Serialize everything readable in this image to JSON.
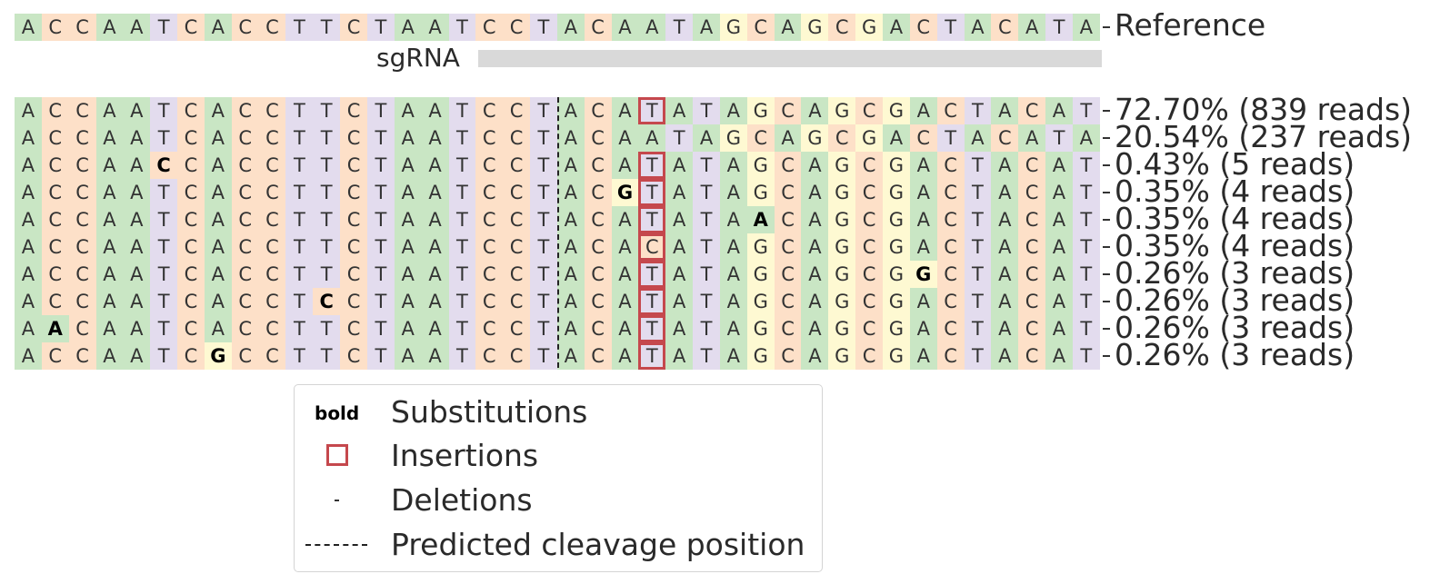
{
  "reference": {
    "label": "Reference",
    "sequence": "ACCAATCACCTTCTAATCCTACAATAGCAGCGACTACATA"
  },
  "sgrna": {
    "label": "sgRNA"
  },
  "alleles": [
    {
      "sequence": "ACCAATCACCTTCTAATCCTACATATAGCAGCGACTACAT-",
      "label": "72.70% (839 reads)",
      "substitutions": [],
      "insertions": [
        23
      ]
    },
    {
      "sequence": "ACCAATCACCTTCTAATCCTACAATAGCAGCGACTACATA",
      "label": "20.54% (237 reads)",
      "substitutions": [],
      "insertions": []
    },
    {
      "sequence": "ACCAACCACCTTCTAATCCTACATATAGCAGCGACTACAT-",
      "label": "0.43% (5 reads)",
      "substitutions": [
        5
      ],
      "insertions": [
        23
      ]
    },
    {
      "sequence": "ACCAATCACCTTCTAATCCTACGTATAGCAGCGACTACAT-",
      "label": "0.35% (4 reads)",
      "substitutions": [
        22
      ],
      "insertions": [
        23
      ]
    },
    {
      "sequence": "ACCAATCACCTTCTAATCCTACATATAACAGCGACTACAT-",
      "label": "0.35% (4 reads)",
      "substitutions": [
        27
      ],
      "insertions": [
        23
      ]
    },
    {
      "sequence": "ACCAATCACCTTCTAATCCTACACATAGCAGCGACTACAT-",
      "label": "0.35% (4 reads)",
      "substitutions": [],
      "insertions": [
        23
      ]
    },
    {
      "sequence": "ACCAATCACCTTCTAATCCTACATATAGCAGCGGCTACAT-",
      "label": "0.26% (3 reads)",
      "substitutions": [
        33
      ],
      "insertions": [
        23
      ]
    },
    {
      "sequence": "ACCAATCACCTCCTAATCCTACATATAGCAGCGACTACAT-",
      "label": "0.26% (3 reads)",
      "substitutions": [
        11
      ],
      "insertions": [
        23
      ]
    },
    {
      "sequence": "AACAATCACCTTCTAATCCTACATATAGCAGCGACTACAT-",
      "label": "0.26% (3 reads)",
      "substitutions": [
        1
      ],
      "insertions": [
        23
      ]
    },
    {
      "sequence": "ACCAATCGCCTTCTAATCCTACATATAGCAGCGACTACAT-",
      "label": "0.26% (3 reads)",
      "substitutions": [
        7
      ],
      "insertions": [
        23
      ]
    }
  ],
  "legend": {
    "bold_symbol": "bold",
    "substitutions": "Substitutions",
    "insertions": "Insertions",
    "deletions": "Deletions",
    "cleavage": "Predicted cleavage position"
  },
  "colors": {
    "A": "#c9e6c4",
    "C": "#fde0c8",
    "G": "#fef9d2",
    "T": "#e3dcee",
    "insertion_box": "#c5484d",
    "sgrna_bar": "#d9d9d9"
  }
}
